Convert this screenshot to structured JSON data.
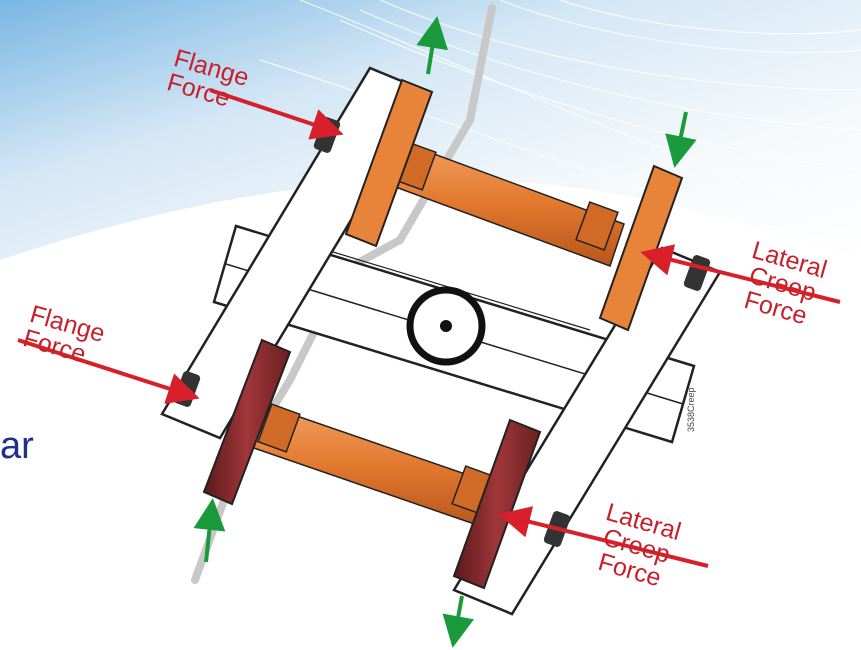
{
  "slide": {
    "partial_text": "ar"
  },
  "labels": {
    "flange_top": [
      "Flange",
      "Force"
    ],
    "flange_left": [
      "Flange",
      "Force"
    ],
    "lateral_right": [
      "Lateral",
      "Creep",
      "Force"
    ],
    "lateral_bottom": [
      "Lateral",
      "Creep",
      "Force"
    ]
  },
  "figure_code": "3538Creep",
  "colors": {
    "force_arrow": "#d8202a",
    "motion_arrow": "#1a9a3a",
    "wheel_orange": "#e8843a",
    "wheel_dark": "#8a2a2a",
    "slide_blue": "#1f2f8a"
  }
}
